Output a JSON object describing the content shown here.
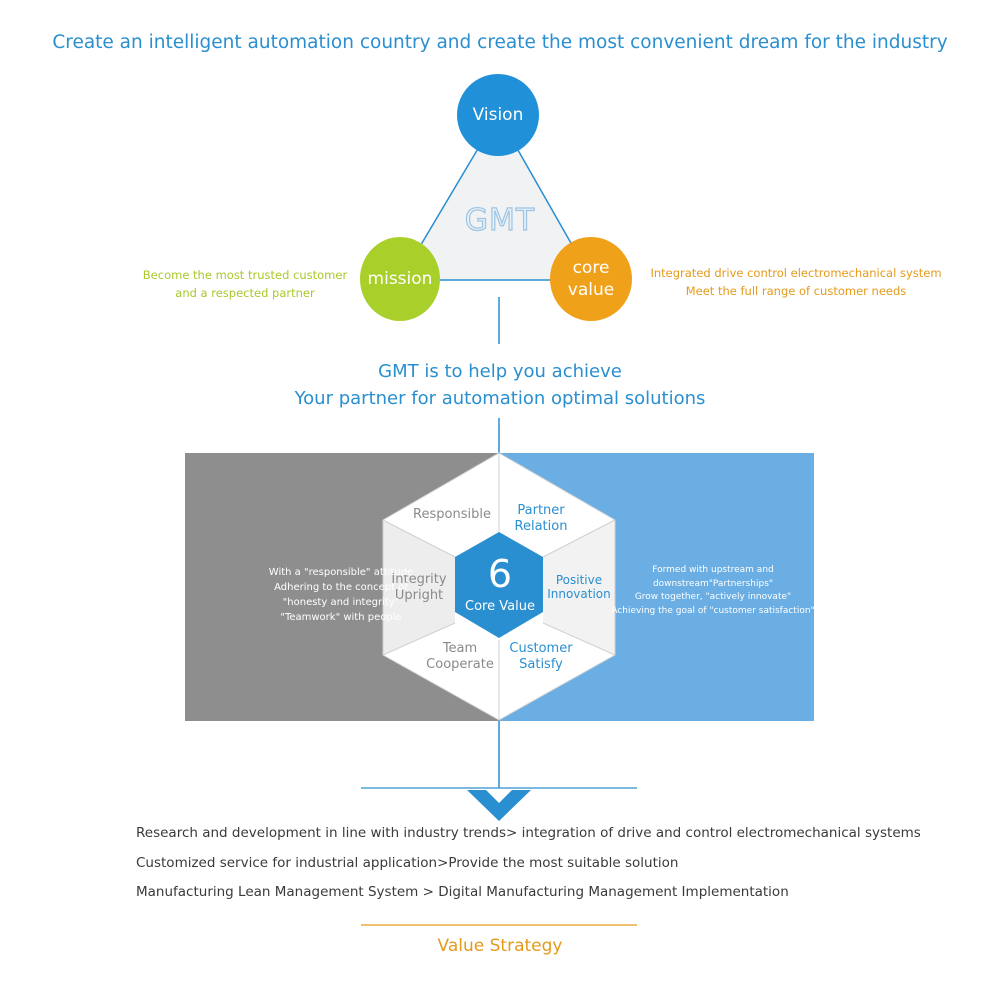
{
  "headline": "Create an intelligent automation country and create the most convenient dream for the industry",
  "triangle": {
    "center_mark": "GMT",
    "vision_label": "Vision",
    "mission_label": "mission",
    "core_line1": "core",
    "core_line2": "value",
    "mission_note_line1": "Become the most trusted customer",
    "mission_note_line2": "and a respected partner",
    "core_note_line1": "Integrated drive control electromechanical system",
    "core_note_line2": "Meet the full range of customer needs"
  },
  "middle": {
    "line1": "GMT is to help you achieve",
    "line2": "Your partner for automation optimal solutions"
  },
  "hexagon": {
    "center_number": "6",
    "center_label": "Core Value",
    "responsible": "Responsible",
    "partner_line1": "Partner",
    "partner_line2": "Relation",
    "integrity_line1": "Integrity",
    "integrity_line2": "Upright",
    "positive_line1": "Positive",
    "positive_line2": "Innovation",
    "team_line1": "Team",
    "team_line2": "Cooperate",
    "customer_line1": "Customer",
    "customer_line2": "Satisfy"
  },
  "left_panel": [
    "With a \"responsible\" attitude",
    "Adhering to the concept of",
    "\"honesty and integrity\"",
    "\"Teamwork\" with people"
  ],
  "right_panel": [
    "Formed with upstream and",
    "downstream\"Partnerships\"",
    "Grow together, \"actively innovate\"",
    "Achieving the goal of \"customer satisfaction\""
  ],
  "strategy_items": [
    "Research and development in line with industry trends> integration of drive and control electromechanical systems",
    "Customized service for industrial application>Provide the most suitable solution",
    "Manufacturing Lean Management System > Digital Manufacturing Management Implementation"
  ],
  "strategy_title": "Value Strategy",
  "colors": {
    "blue": "#2a8fd0",
    "green": "#a9cf2b",
    "orange": "#f0a11a",
    "gray_panel": "#8e8e8e",
    "blue_panel": "#6aaee4"
  }
}
